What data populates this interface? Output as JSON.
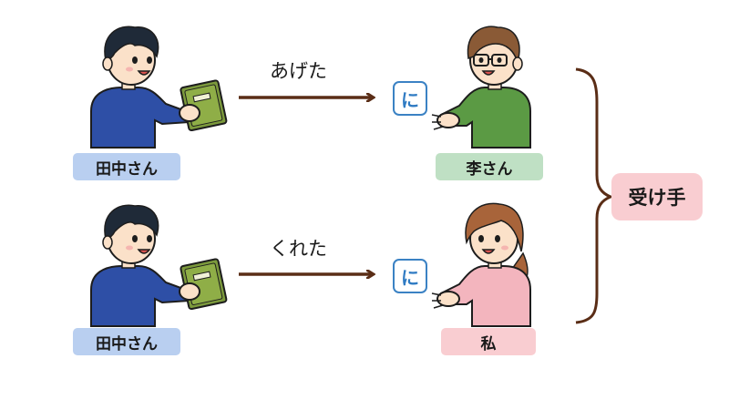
{
  "rows": [
    {
      "giver": "田中さん",
      "verb": "あげた",
      "particle": "に",
      "recipient": "李さん"
    },
    {
      "giver": "田中さん",
      "verb": "くれた",
      "particle": "に",
      "recipient": "私"
    }
  ],
  "receiver_label": "受け手",
  "colors": {
    "giver_label_bg": "#b9cff0",
    "recipient1_label_bg": "#bfe0c4",
    "recipient2_label_bg": "#f9cdd1",
    "receiver_box_bg": "#f9cdd1",
    "arrow": "#5a2d16",
    "particle_border": "#3b82c4",
    "shirt_blue": "#2e4fa6",
    "shirt_green": "#5b9a44",
    "shirt_pink": "#f3b5be",
    "book": "#7c9a3c"
  }
}
